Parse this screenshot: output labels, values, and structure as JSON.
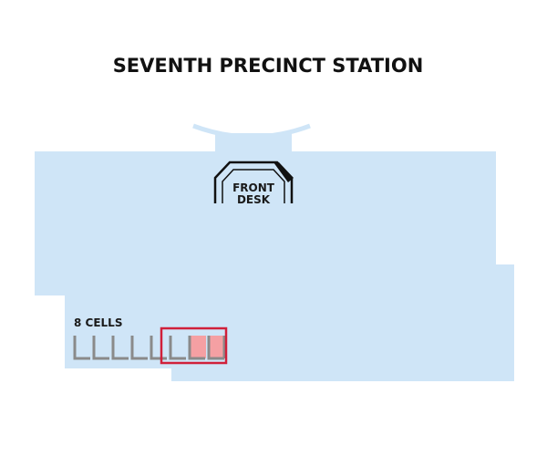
{
  "title": "SEVENTH PRECINCT STATION",
  "front_desk": {
    "line1": "FRONT",
    "line2": "DESK"
  },
  "cells": {
    "label": "8 CELLS",
    "total": 8,
    "highlighted": [
      6,
      7
    ]
  },
  "colors": {
    "floor": "#cfe5f7",
    "cell_outline": "#8a8a8a",
    "cell_highlight_fill": "#f5a0a3",
    "highlight_border": "#d0203a",
    "desk_outline": "#111111"
  }
}
